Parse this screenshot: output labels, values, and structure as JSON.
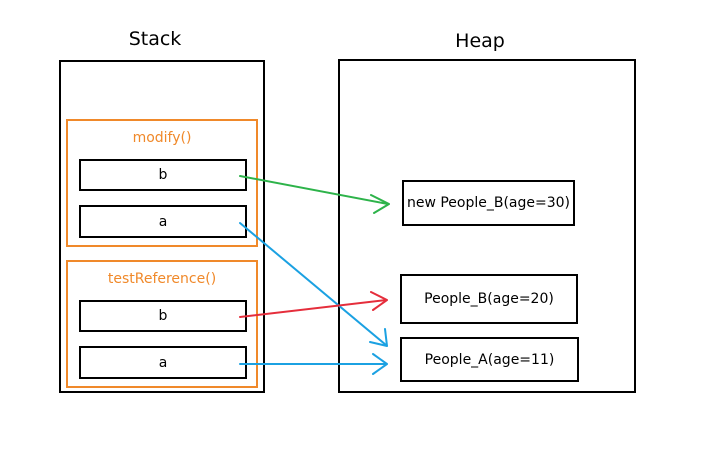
{
  "stack": {
    "title": "Stack"
  },
  "heap": {
    "title": "Heap"
  },
  "colors": {
    "frame": "#f0892a",
    "green": "#2db34a",
    "blue": "#1ba1e2",
    "red": "#e52d3b"
  },
  "frames": [
    {
      "name": "modify()",
      "vars": [
        "b",
        "a"
      ]
    },
    {
      "name": "testReference()",
      "vars": [
        "b",
        "a"
      ]
    }
  ],
  "objects": [
    {
      "label": "new People_B(age=30)"
    },
    {
      "label": "People_B(age=20)"
    },
    {
      "label": "People_A(age=11)"
    }
  ],
  "references": [
    {
      "from": "modify().b",
      "to": "new People_B(age=30)",
      "color": "green"
    },
    {
      "from": "modify().a",
      "to": "People_A(age=11)",
      "color": "blue"
    },
    {
      "from": "testReference().b",
      "to": "People_B(age=20)",
      "color": "red"
    },
    {
      "from": "testReference().a",
      "to": "People_A(age=11)",
      "color": "blue"
    }
  ]
}
